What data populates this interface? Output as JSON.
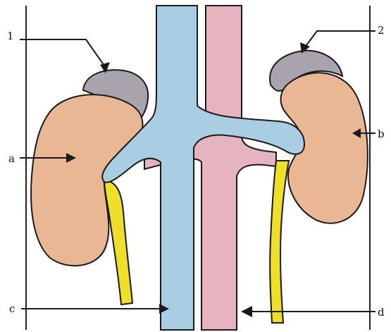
{
  "labels": {
    "one": "1",
    "two": "2",
    "a": "a",
    "b": "b",
    "c": "c",
    "d": "d"
  },
  "colors": {
    "kidney": "#e9b793",
    "adrenal": "#a9a3ad",
    "vena_cava": "#a9cde3",
    "aorta": "#e6b3c1",
    "ureter": "#eedf2a",
    "outline": "#1a1a1a"
  }
}
